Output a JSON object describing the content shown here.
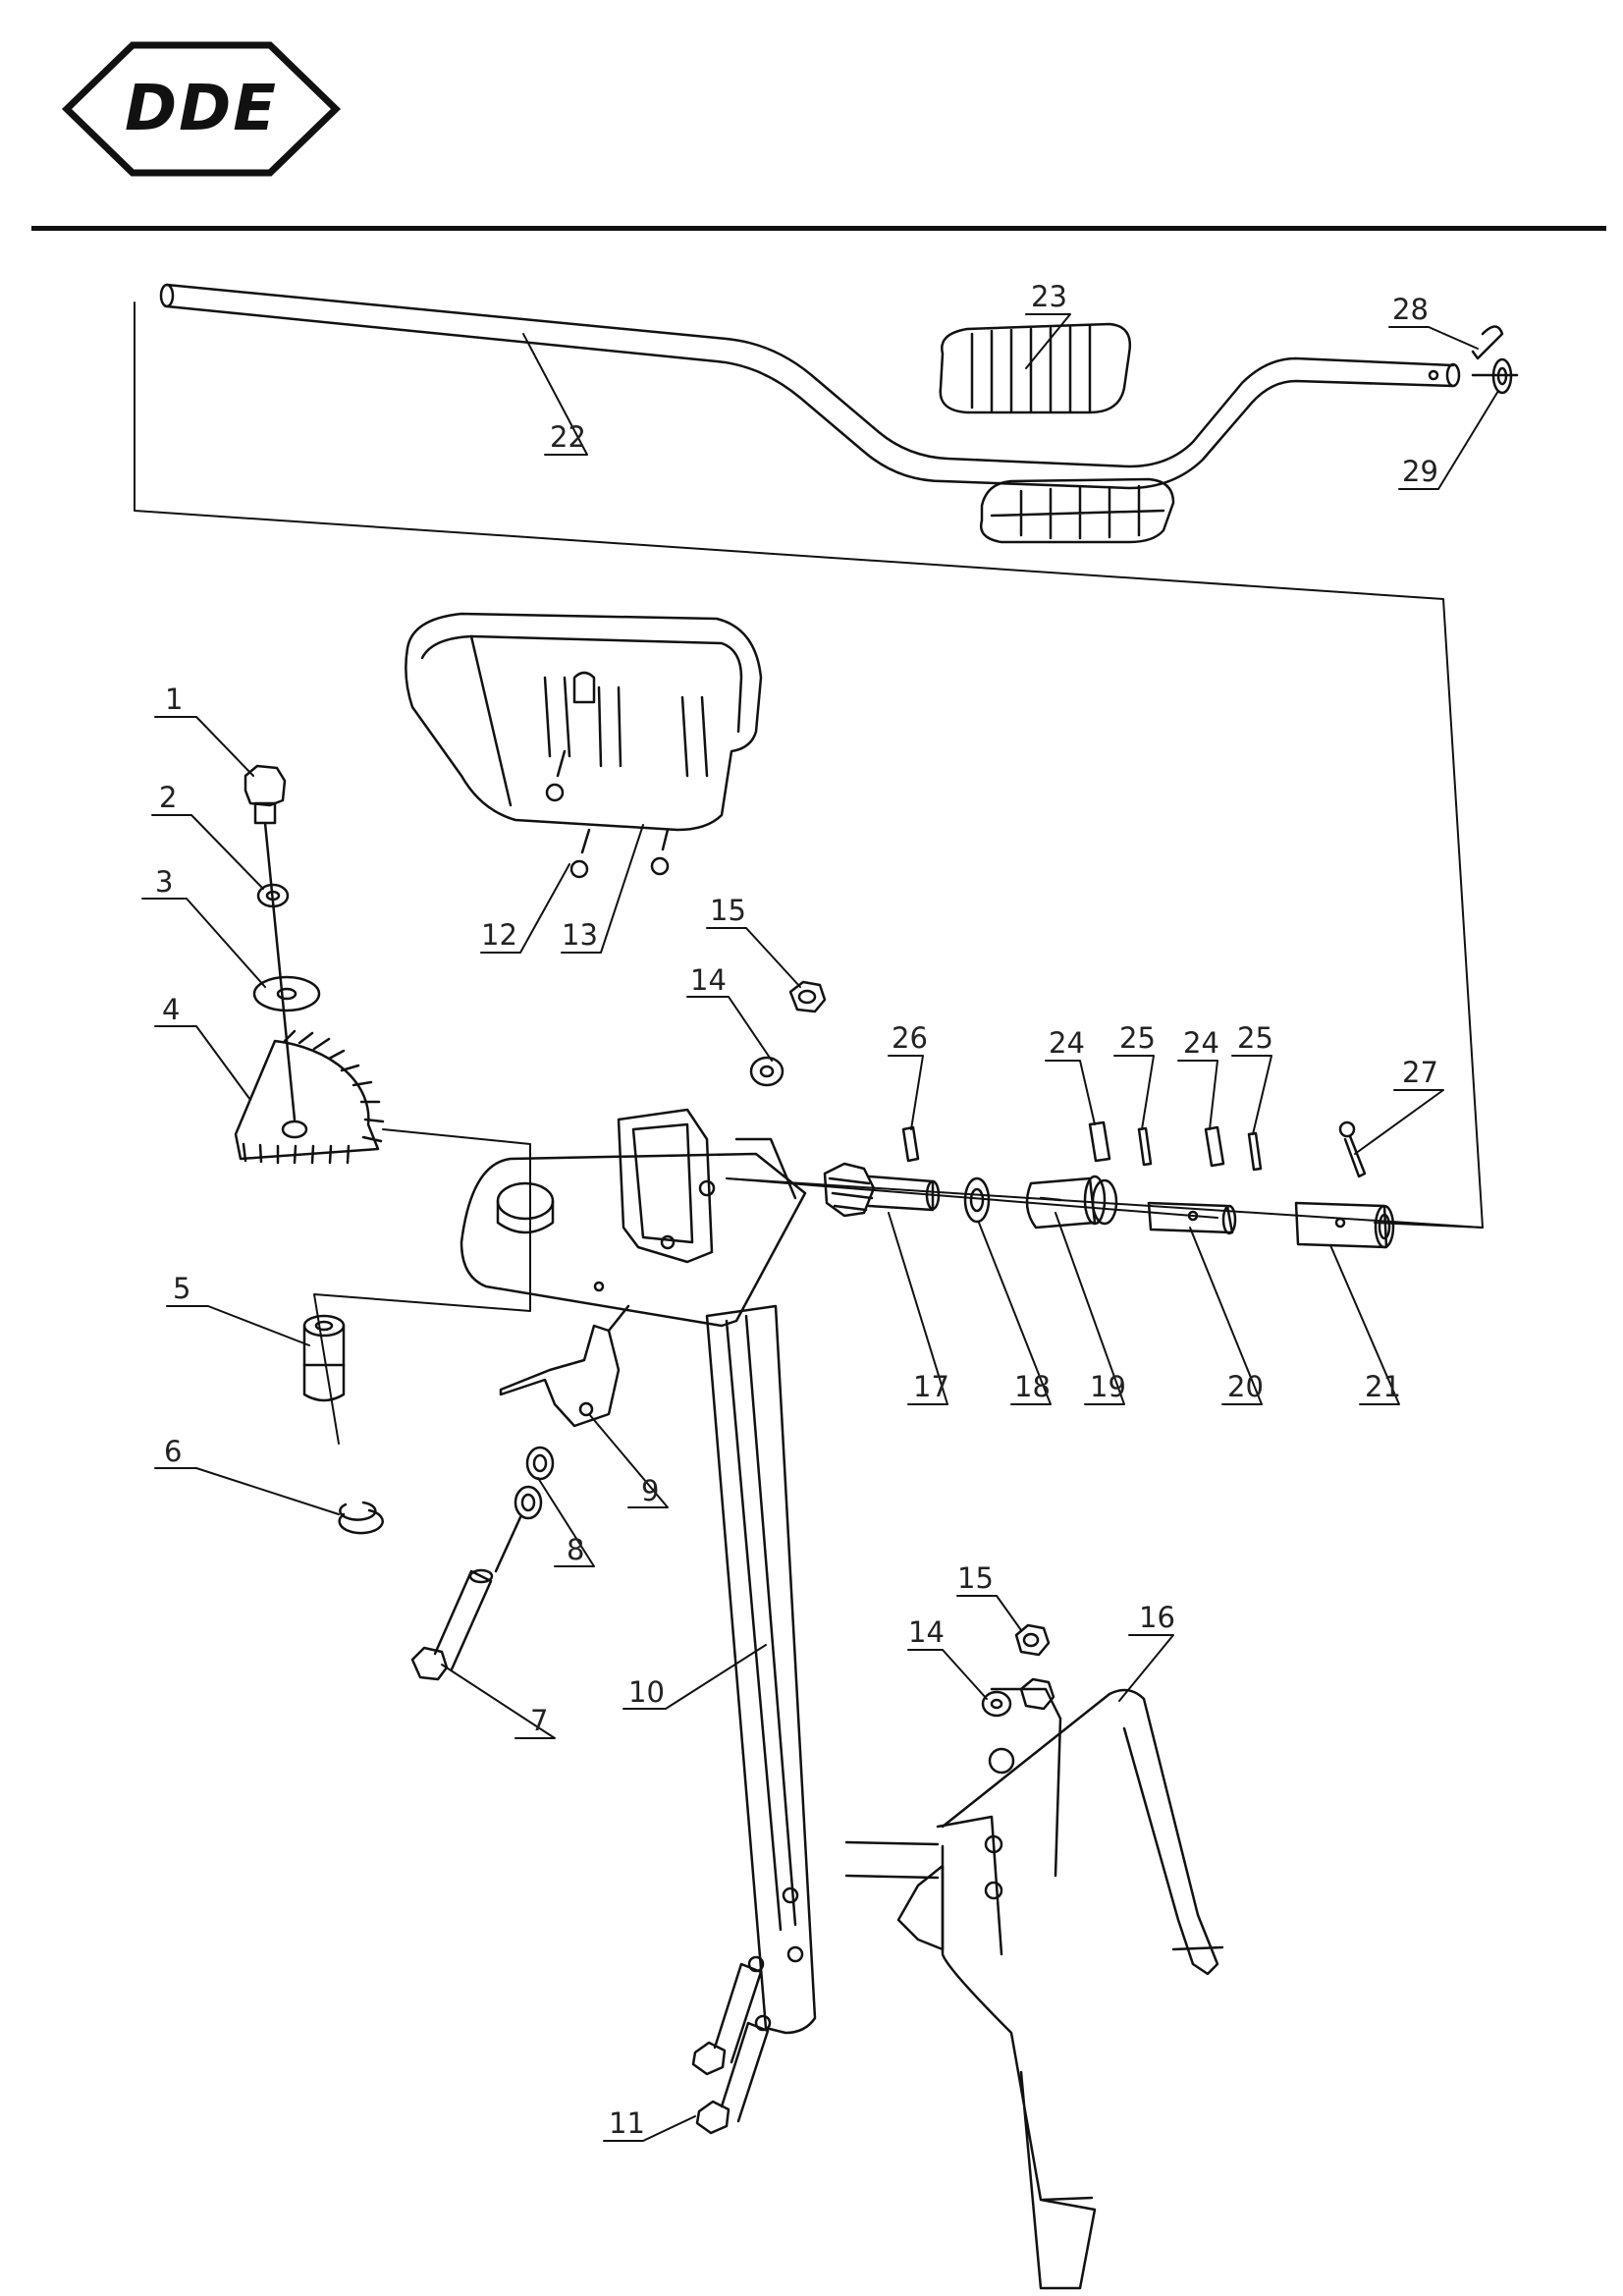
{
  "brand": {
    "logo_text": "DDE"
  },
  "callouts": [
    {
      "id": "c1",
      "text": "1"
    },
    {
      "id": "c2",
      "text": "2"
    },
    {
      "id": "c3",
      "text": "3"
    },
    {
      "id": "c4",
      "text": "4"
    },
    {
      "id": "c5",
      "text": "5"
    },
    {
      "id": "c6",
      "text": "6"
    },
    {
      "id": "c7",
      "text": "7"
    },
    {
      "id": "c8",
      "text": "8"
    },
    {
      "id": "c9",
      "text": "9"
    },
    {
      "id": "c10",
      "text": "10"
    },
    {
      "id": "c11",
      "text": "11"
    },
    {
      "id": "c12",
      "text": "12"
    },
    {
      "id": "c13",
      "text": "13"
    },
    {
      "id": "c14a",
      "text": "14"
    },
    {
      "id": "c14b",
      "text": "14"
    },
    {
      "id": "c15a",
      "text": "15"
    },
    {
      "id": "c15b",
      "text": "15"
    },
    {
      "id": "c16",
      "text": "16"
    },
    {
      "id": "c17",
      "text": "17"
    },
    {
      "id": "c18",
      "text": "18"
    },
    {
      "id": "c19",
      "text": "19"
    },
    {
      "id": "c20",
      "text": "20"
    },
    {
      "id": "c21",
      "text": "21"
    },
    {
      "id": "c22",
      "text": "22"
    },
    {
      "id": "c23",
      "text": "23"
    },
    {
      "id": "c24a",
      "text": "24"
    },
    {
      "id": "c24b",
      "text": "24"
    },
    {
      "id": "c25a",
      "text": "25"
    },
    {
      "id": "c25b",
      "text": "25"
    },
    {
      "id": "c26",
      "text": "26"
    },
    {
      "id": "c27",
      "text": "27"
    },
    {
      "id": "c28",
      "text": "28"
    },
    {
      "id": "c29",
      "text": "29"
    }
  ]
}
